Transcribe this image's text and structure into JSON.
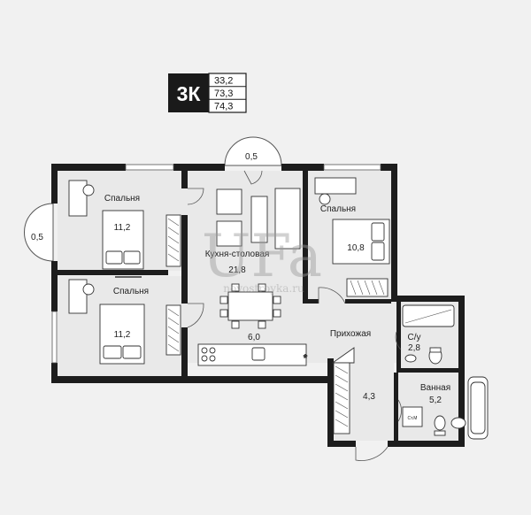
{
  "badge": {
    "room_type": "3К",
    "areas": [
      "33,2",
      "73,3",
      "74,3"
    ]
  },
  "rooms": [
    {
      "id": "bedroom-1",
      "name": "Спальня",
      "area": "11,2"
    },
    {
      "id": "bedroom-2",
      "name": "Спальня",
      "area": "11,2"
    },
    {
      "id": "bedroom-3",
      "name": "Спальня",
      "area": "10,8"
    },
    {
      "id": "kitchen",
      "name": "Кухня-столовая",
      "area": "21,8"
    },
    {
      "id": "dining",
      "area": "6,0"
    },
    {
      "id": "hall",
      "name": "Прихожая"
    },
    {
      "id": "corridor",
      "area": "4,3"
    },
    {
      "id": "wc",
      "name": "С/у",
      "area": "2,8"
    },
    {
      "id": "bathroom",
      "name": "Ванная",
      "area": "5,2"
    },
    {
      "id": "balcony-top",
      "area": "0,5"
    },
    {
      "id": "balcony-left",
      "area": "0,5"
    }
  ],
  "watermark": {
    "logo": "UFa",
    "site": "novostroyka.ru"
  },
  "appliance_label": "Ст.М",
  "colors": {
    "wall": "#1d1d1d",
    "floor": "#e9e9e9",
    "background": "#f1f1f1",
    "badge": "#1a1a1a"
  }
}
